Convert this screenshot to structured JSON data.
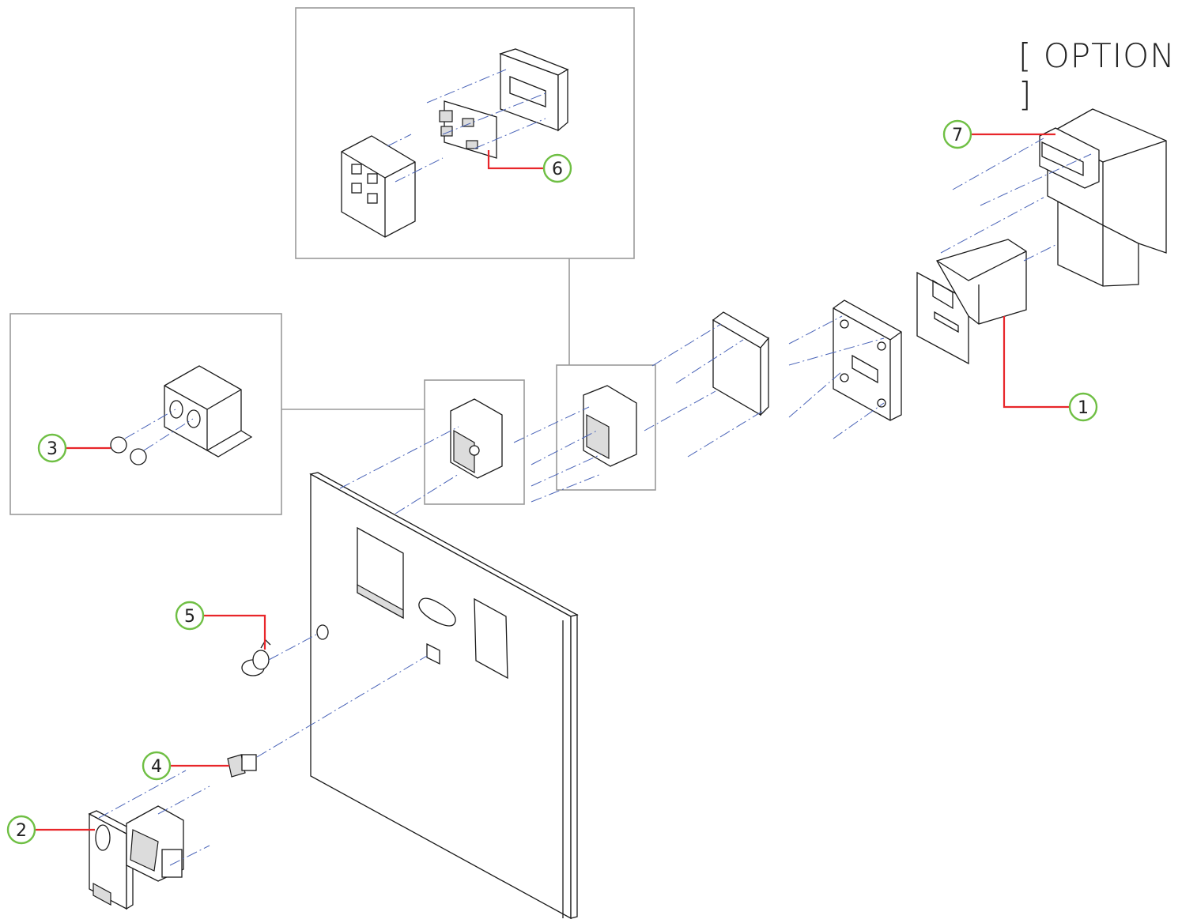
{
  "title": "[ OPTION ]",
  "colors": {
    "leader": "#e8262a",
    "circle": "#6fbf44",
    "dash": "#4a64b8",
    "line": "#1a1a1a",
    "box": "#9a9a9a"
  },
  "callouts": [
    {
      "id": "1",
      "label": "1"
    },
    {
      "id": "2",
      "label": "2"
    },
    {
      "id": "3",
      "label": "3"
    },
    {
      "id": "4",
      "label": "4"
    },
    {
      "id": "5",
      "label": "5"
    },
    {
      "id": "6",
      "label": "6"
    },
    {
      "id": "7",
      "label": "7"
    }
  ]
}
